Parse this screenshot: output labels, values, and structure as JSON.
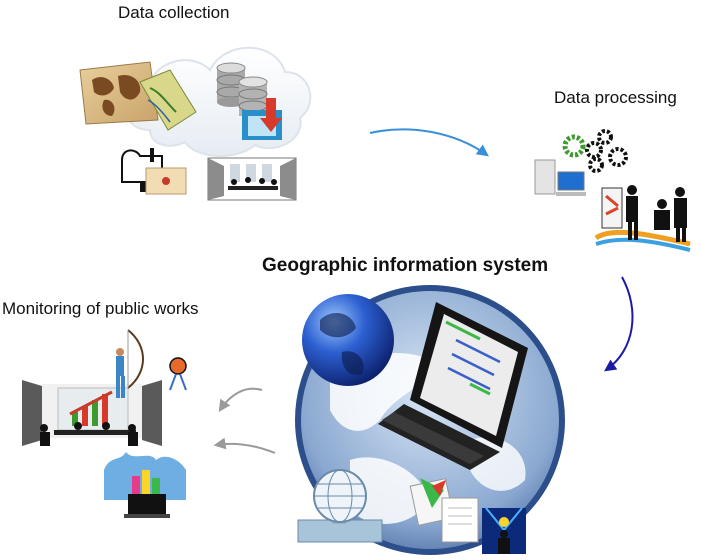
{
  "title": "Geographic information system",
  "stages": {
    "collection": "Data collection",
    "processing": "Data processing",
    "monitoring": "Monitoring of public works"
  },
  "colors": {
    "arrow_top": "#3a8fd8",
    "arrow_right": "#1a1aa8",
    "arrow_left": "#9a9a9a",
    "globe_blue": "#1e4ec0",
    "gear_green": "#3c9a2e"
  }
}
